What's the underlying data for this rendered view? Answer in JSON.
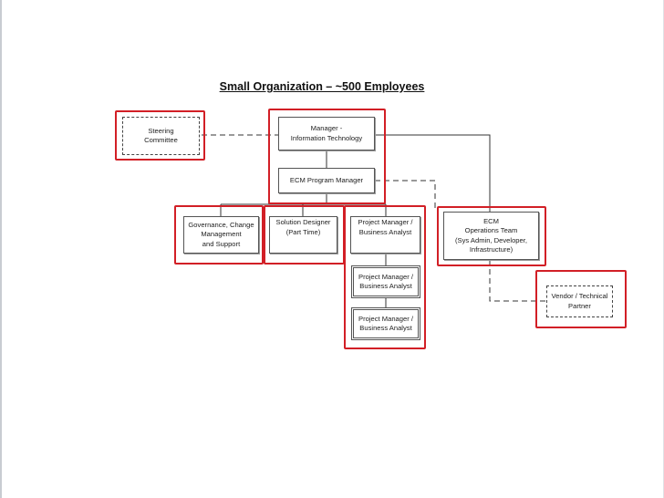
{
  "title": "Small Organization – ~500 Employees",
  "colors": {
    "highlight": "#d21f26",
    "line": "#333333"
  },
  "boxes": {
    "steering": "Steering\nCommittee",
    "manager_it": "Manager -\nInformation Technology",
    "ecm_pm": "ECM Program Manager",
    "governance": "Governance, Change\nManagement\nand Support",
    "solution_designer": "Solution Designer\n(Part Time)",
    "pm_ba_1": "Project Manager /\nBusiness Analyst",
    "pm_ba_2": "Project Manager /\nBusiness Analyst",
    "pm_ba_3": "Project Manager /\nBusiness Analyst",
    "ecm_ops": "ECM\nOperations Team\n(Sys Admin, Developer,\nInfrastructure)",
    "vendor": "Vendor / Technical\nPartner"
  }
}
